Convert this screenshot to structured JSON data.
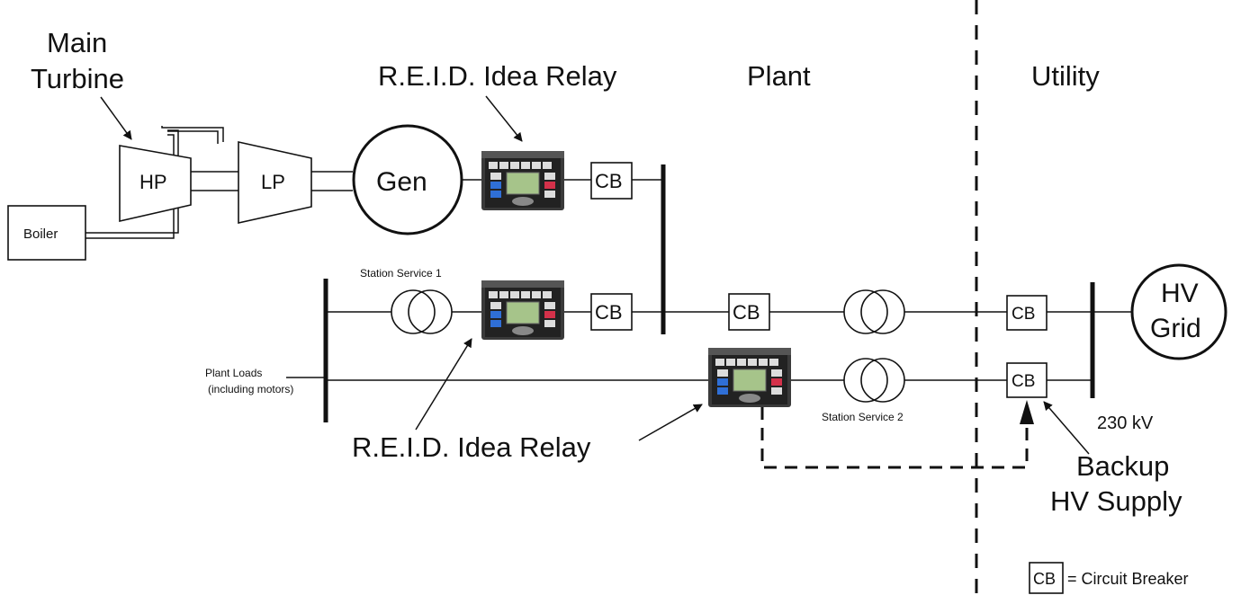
{
  "labels": {
    "main_turbine_1": "Main",
    "main_turbine_2": "Turbine",
    "relay_top": "R.E.I.D. Idea Relay",
    "relay_bottom": "R.E.I.D. Idea Relay",
    "plant": "Plant",
    "utility": "Utility",
    "hp": "HP",
    "lp": "LP",
    "gen": "Gen",
    "boiler": "Boiler",
    "cb": "CB",
    "station_service_1": "Station Service 1",
    "station_service_2": "Station Service 2",
    "plant_loads_1": "Plant Loads",
    "plant_loads_2": "(including motors)",
    "hv_grid_1": "HV",
    "hv_grid_2": "Grid",
    "kv": "230 kV",
    "backup_1": "Backup",
    "backup_2": "HV Supply",
    "legend_text": "= Circuit Breaker"
  },
  "colors": {
    "line": "#111111",
    "relay_body": "#2b2b2b",
    "relay_screen": "#a6c48a",
    "relay_blue": "#2f6fd6",
    "relay_red": "#d4314a"
  },
  "icons": {
    "relay": "relay-device-icon",
    "transformer": "transformer-icon",
    "generator": "generator-icon"
  }
}
